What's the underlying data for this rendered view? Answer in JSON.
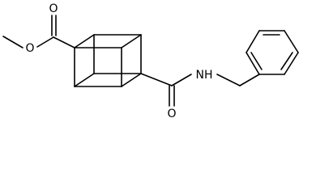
{
  "molecule": {
    "atom_labels": {
      "ester_ether_oxygen": "O",
      "ester_carbonyl_oxygen": "O",
      "amide_nh": "NH",
      "amide_carbonyl_oxygen": "O"
    },
    "colors": {
      "bonds": "#000000",
      "text": "#000000",
      "background": "#ffffff"
    }
  }
}
